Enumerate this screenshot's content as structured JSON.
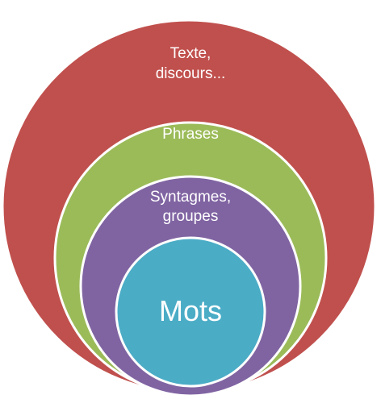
{
  "diagram": {
    "type": "nested-circles",
    "colors": {
      "outer": "#C0504D",
      "second": "#9BBB59",
      "third": "#8064A2",
      "inner": "#4BACC6",
      "border": "#ffffff"
    },
    "levels": {
      "texte": {
        "line1": "Texte,",
        "line2": "discours..."
      },
      "phrases": {
        "label": "Phrases"
      },
      "syntagmes": {
        "line1": "Syntagmes,",
        "line2": "groupes"
      },
      "mots": {
        "label": "Mots"
      }
    }
  }
}
